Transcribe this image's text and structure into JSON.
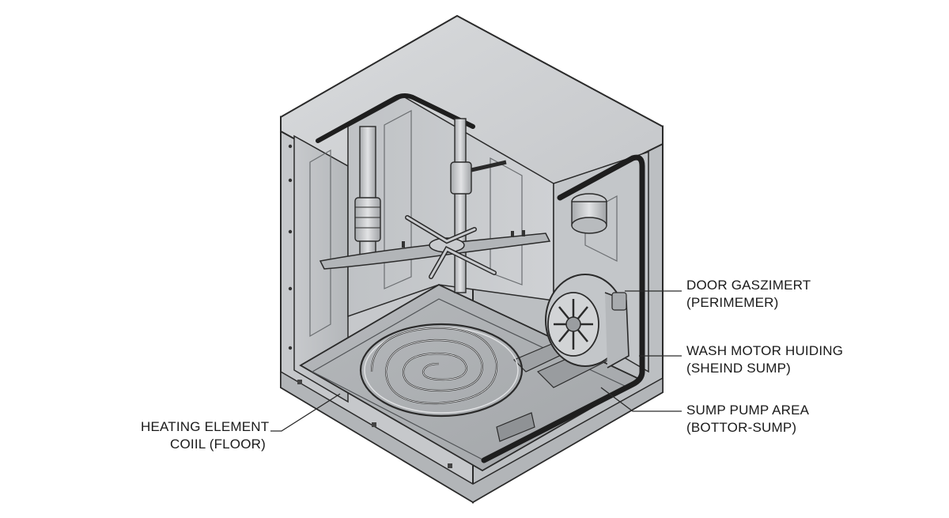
{
  "labels": {
    "door_gasket": {
      "line1": "DOOR GASZIMERT",
      "line2": "(PERIMEMER)"
    },
    "wash_motor": {
      "line1": "WASH MOTOR HUIDING",
      "line2": "(SHEIND SUMP)"
    },
    "sump_pump": {
      "line1": "SUMP PUMP AREA",
      "line2": "(BOTTOR-SUMP)"
    },
    "heating_element": {
      "line1": "HEATING ELEMENT",
      "line2": "COIIL (FLOOR)"
    }
  },
  "colors": {
    "outline": "#2a2a2a",
    "shell": "#c9cbce",
    "shell_light": "#d8dadc",
    "tub": "#b9bcbf",
    "floor": "#a9acaf",
    "gasket": "#1e1e1e",
    "background": "#ffffff"
  }
}
